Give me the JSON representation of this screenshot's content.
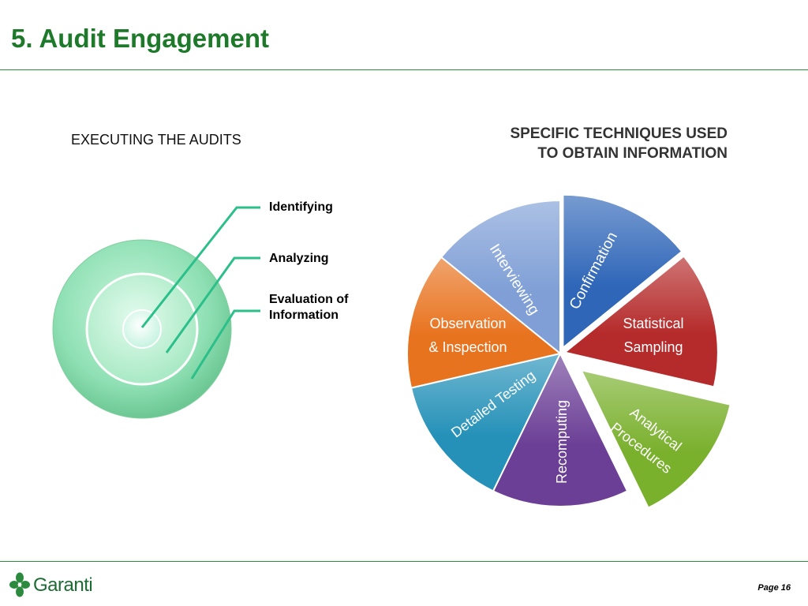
{
  "header": {
    "title": "5. Audit Engagement"
  },
  "left": {
    "subtitle": "EXECUTING THE AUDITS",
    "rings": [
      {
        "line1": "Identifying",
        "line2": ""
      },
      {
        "line1": "Analyzing",
        "line2": ""
      },
      {
        "line1": "Evaluation of",
        "line2": "Information"
      }
    ]
  },
  "right": {
    "title_line1": "SPECIFIC TECHNIQUES USED",
    "title_line2": "TO OBTAIN INFORMATION",
    "slices": [
      {
        "line1": "Confirmation",
        "line2": "",
        "color": "#2f66b8"
      },
      {
        "line1": "Statistical",
        "line2": "Sampling",
        "color": "#b52a2a"
      },
      {
        "line1": "Analytical",
        "line2": "Procedures",
        "color": "#79b02c"
      },
      {
        "line1": "Recomputing",
        "line2": "",
        "color": "#6b3f96"
      },
      {
        "line1": "Detailed Testing",
        "line2": "",
        "color": "#2591b8"
      },
      {
        "line1": "Observation",
        "line2": "& Inspection",
        "color": "#e8731f"
      },
      {
        "line1": "Interviewing",
        "line2": "",
        "color": "#7f9fd6"
      }
    ]
  },
  "footer": {
    "logo_text": "Garanti",
    "page": "Page 16"
  }
}
